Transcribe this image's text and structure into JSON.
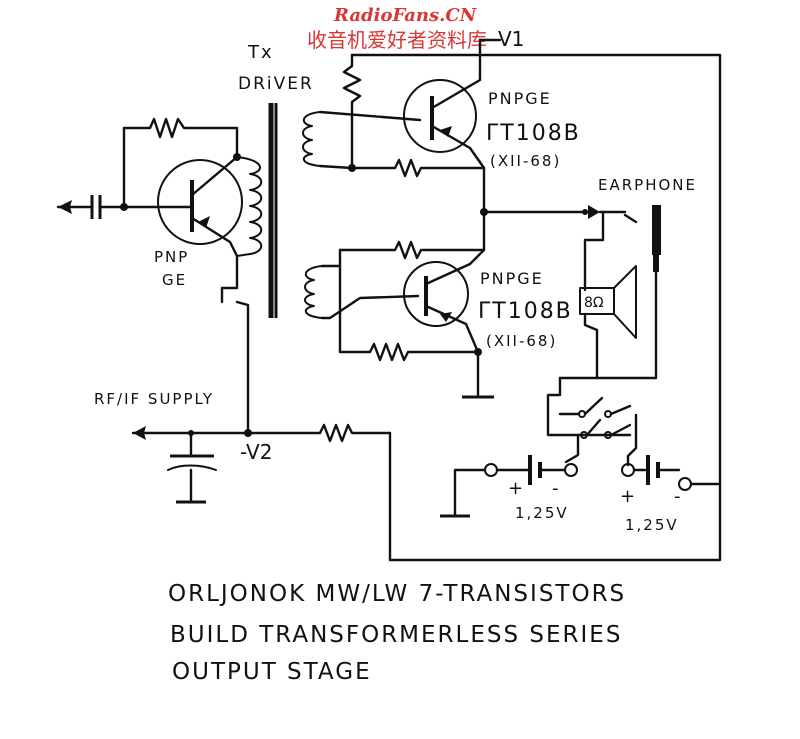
{
  "watermark": {
    "brand": "RadioFans.CN",
    "chinese": "收音机爱好者资料库"
  },
  "labels": {
    "v1": "V1",
    "tx": "Tx",
    "driver": "DRiVER",
    "q_top_type": "PNPGE",
    "q_top_part": "ΓT108B",
    "q_top_date": "(XII-68)",
    "q_bot_type": "PNPGE",
    "q_bot_part": "ΓT108B",
    "q_bot_date": "(XII-68)",
    "q_driver_type1": "PNP",
    "q_driver_type2": "GE",
    "earphone": "EARPHONE",
    "speaker_imp": "8Ω",
    "supply": "RF/IF SUPPLY",
    "v2": "-V2",
    "batt1_plus": "+",
    "batt1_minus": "-",
    "batt1_volt": "1,25V",
    "batt2_plus": "+",
    "batt2_minus": "-",
    "batt2_volt": "1,25V"
  },
  "caption": {
    "line1": "ORLJONOK  MW/LW  7-TRANSISTORS",
    "line2": "BUILD TRANSFORMERLESS SERIES",
    "line3": "OUTPUT STAGE"
  }
}
